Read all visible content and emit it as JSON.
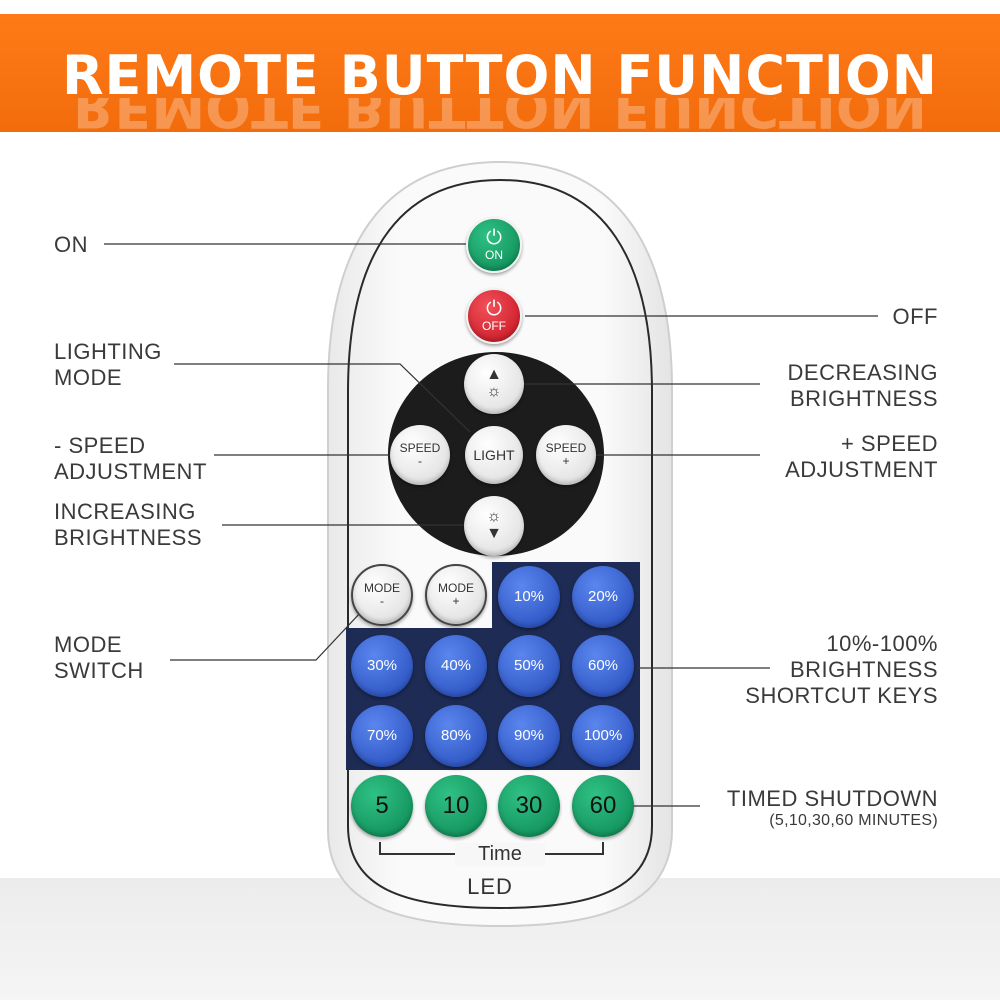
{
  "banner": {
    "title": "REMOTE BUTTON FUNCTION"
  },
  "labels": {
    "on": "ON",
    "off": "OFF",
    "lighting_mode": [
      "LIGHTING",
      "MODE"
    ],
    "decreasing_brightness": [
      "DECREASING",
      "BRIGHTNESS"
    ],
    "speed_minus": [
      "- SPEED",
      "ADJUSTMENT"
    ],
    "speed_plus": [
      "+ SPEED",
      "ADJUSTMENT"
    ],
    "increasing_brightness": [
      "INCREASING",
      "BRIGHTNESS"
    ],
    "mode_switch": [
      "MODE",
      "SWITCH"
    ],
    "shortcut_keys": [
      "10%-100%",
      "BRIGHTNESS",
      "SHORTCUT KEYS"
    ],
    "timed_shutdown": "TIMED SHUTDOWN",
    "timed_shutdown_sub": "(5,10,30,60 MINUTES)"
  },
  "remote": {
    "on_button": "ON",
    "off_button": "OFF",
    "light_button": "LIGHT",
    "speed_minus": {
      "label": "SPEED",
      "sign": "-"
    },
    "speed_plus": {
      "label": "SPEED",
      "sign": "+"
    },
    "mode_minus": {
      "label": "MODE",
      "sign": "-"
    },
    "mode_plus": {
      "label": "MODE",
      "sign": "+"
    },
    "brightness_keys": [
      "10%",
      "20%",
      "30%",
      "40%",
      "50%",
      "60%",
      "70%",
      "80%",
      "90%",
      "100%"
    ],
    "timer_keys": [
      "5",
      "10",
      "30",
      "60"
    ],
    "time_label": "Time",
    "brand": "LED"
  },
  "colors": {
    "banner": "#f26c0c",
    "on_green": "#1ba36a",
    "off_red": "#d81f2a",
    "blue_key": "#2f5fd0",
    "timer_green": "#129a64",
    "pad_dark": "#1c1c1c",
    "label_text": "#3a3a3a"
  }
}
